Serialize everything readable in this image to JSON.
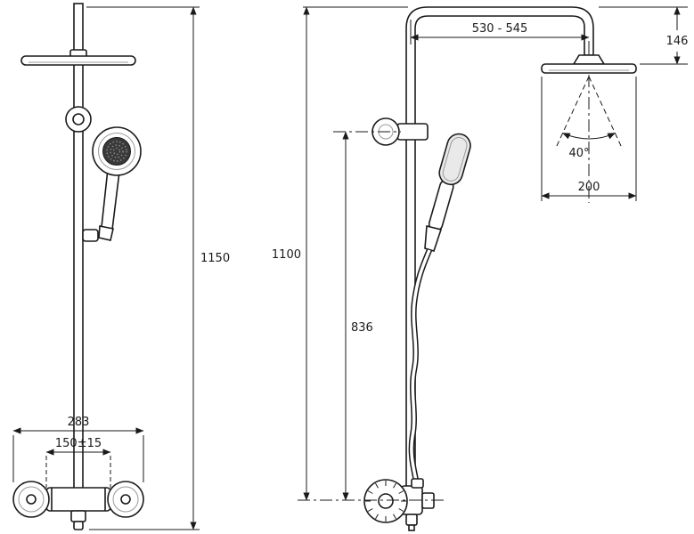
{
  "page": {
    "background": "#ffffff",
    "line_color": "#1a1a1a"
  },
  "drawing": {
    "type": "technical-dimension-drawing",
    "subject": "shower-column-front-and-side-views"
  },
  "dimensions": {
    "overall_height": "1150",
    "mixer_width": "283",
    "inlet_spacing": "150±15",
    "arm_reach": "530 - 545",
    "head_drop": "146",
    "spray_angle": "40°",
    "head_diameter": "200",
    "riser_height": "1100",
    "holder_height": "836"
  }
}
